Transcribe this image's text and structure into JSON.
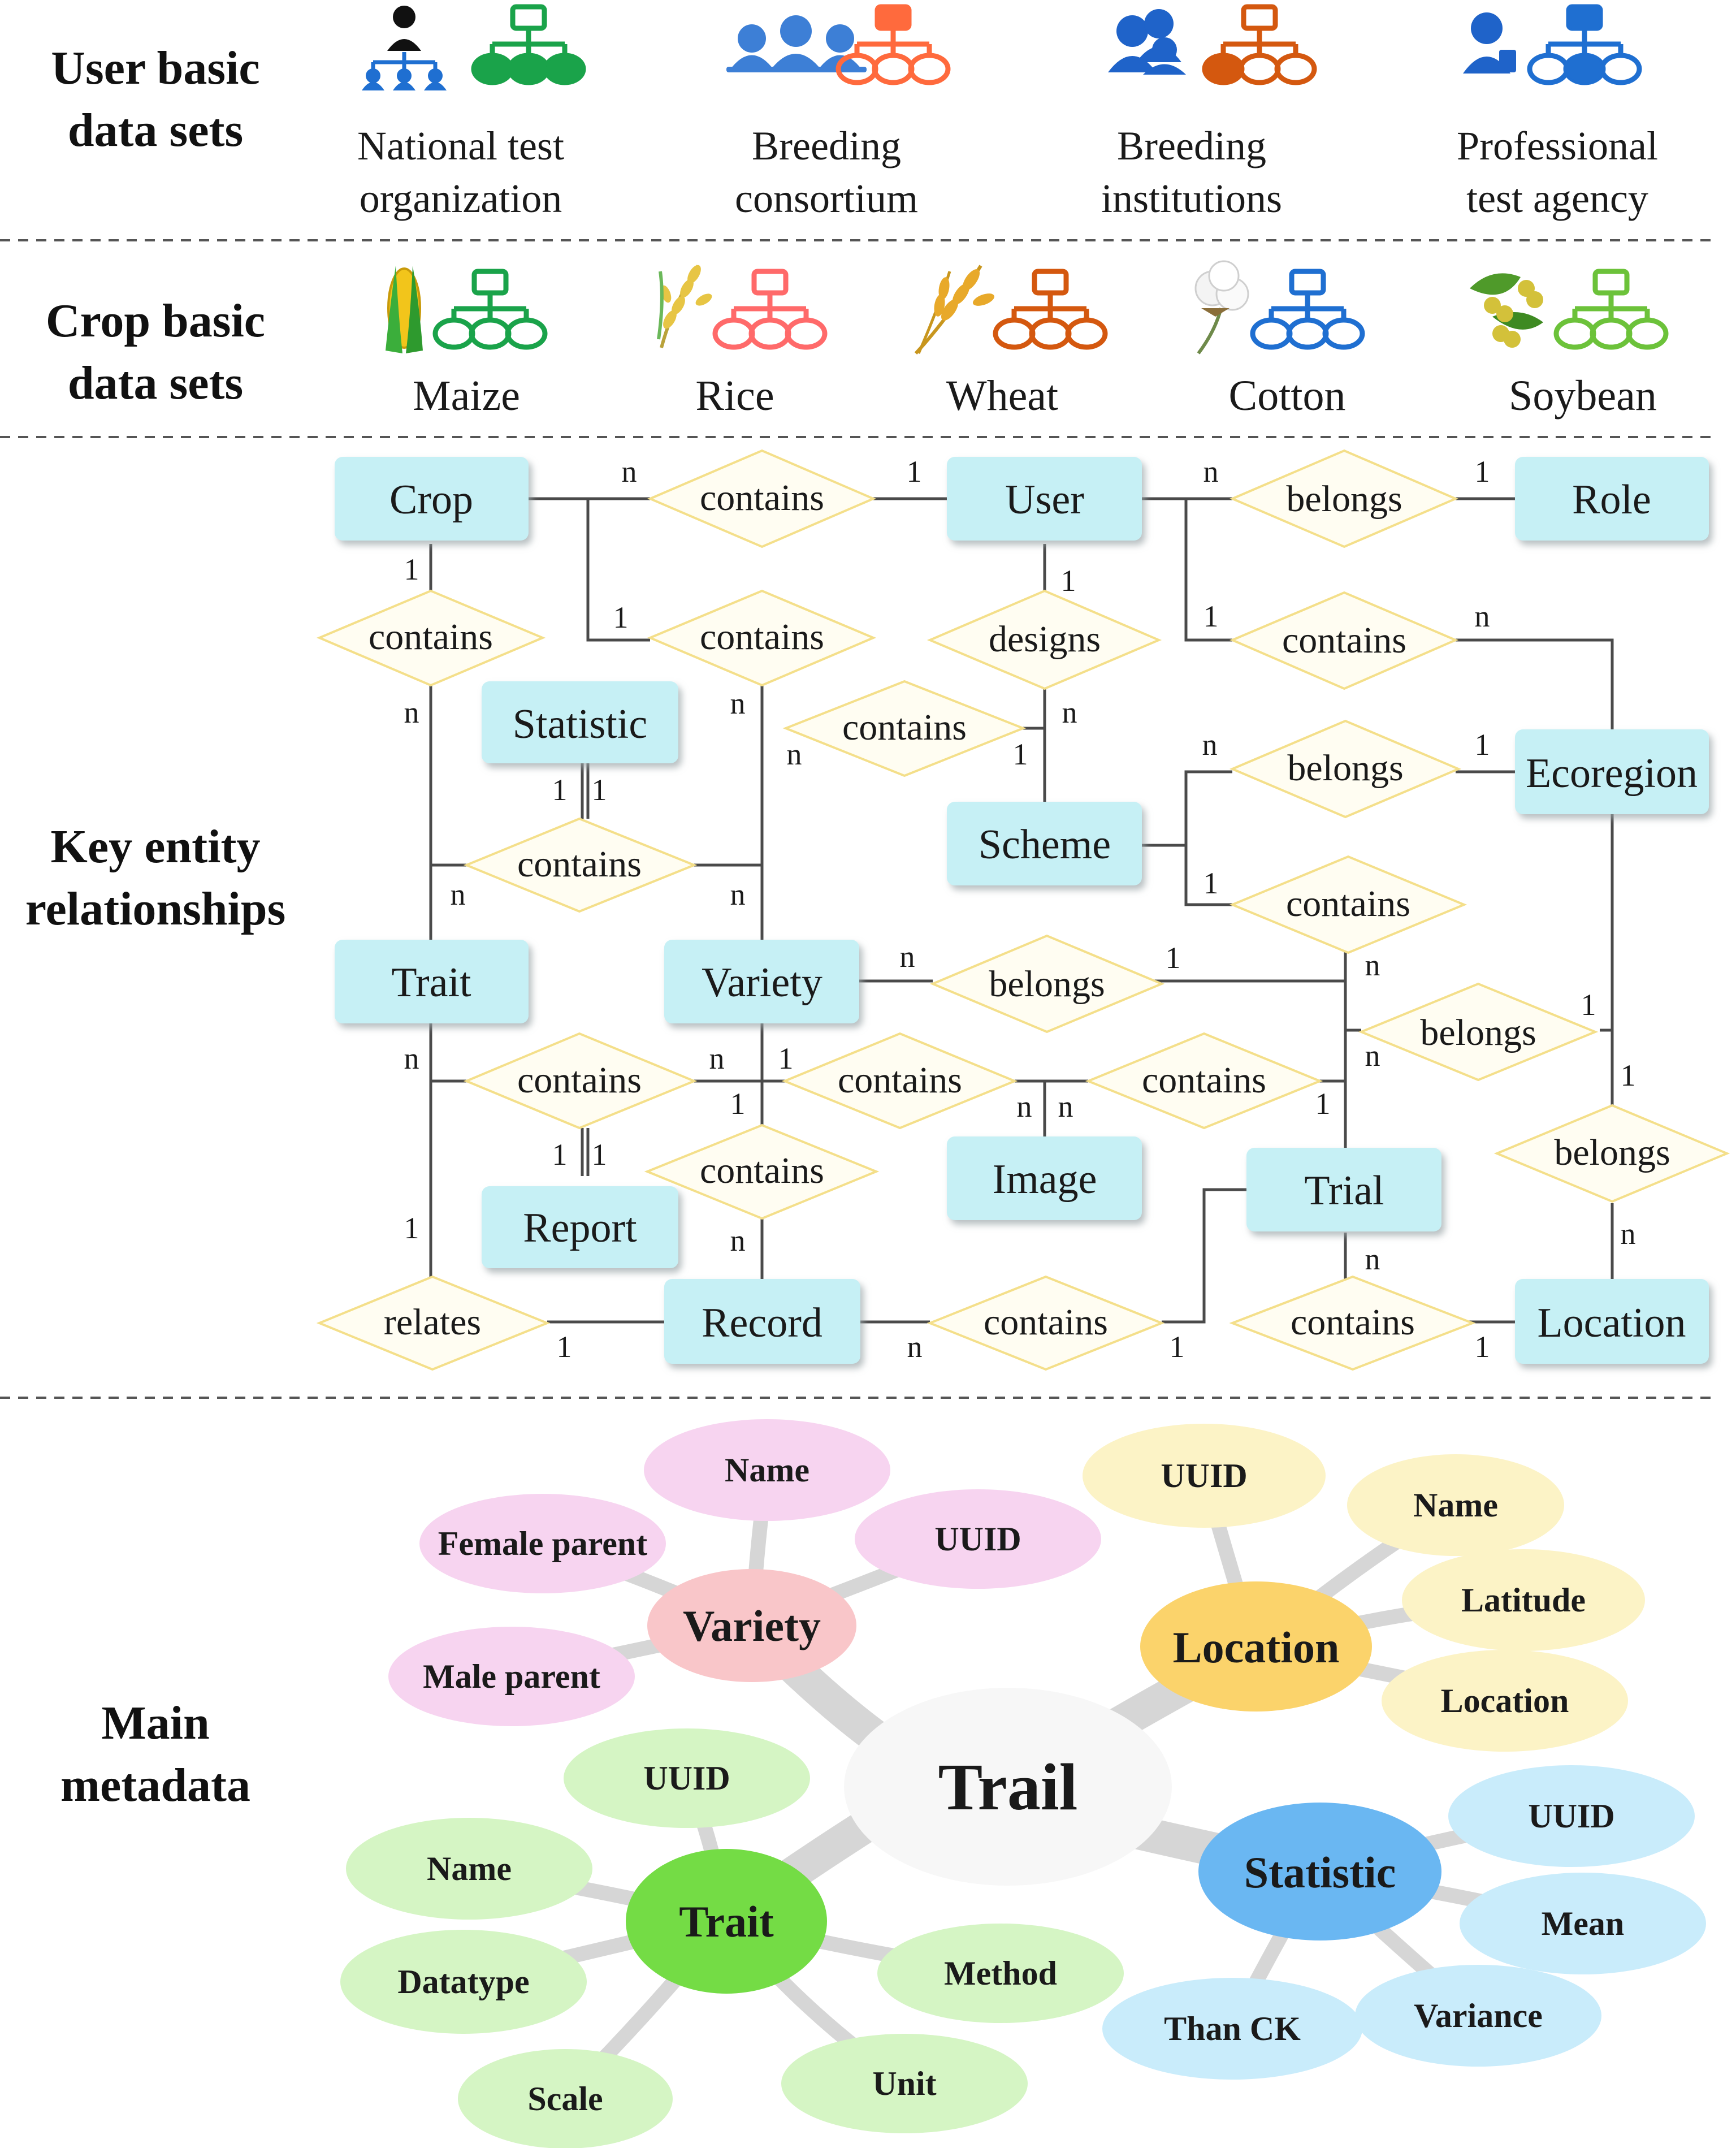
{
  "sections": {
    "user": [
      "User basic",
      "data sets"
    ],
    "crop": [
      "Crop basic",
      "data sets"
    ],
    "key": [
      "Key entity",
      "relationships"
    ],
    "meta": [
      "Main",
      "metadata"
    ]
  },
  "organizations": [
    {
      "lines": [
        "National test",
        "organization"
      ],
      "icon": "person-hierarchy-icon",
      "tree_color": "#1aa34a"
    },
    {
      "lines": [
        "Breeding",
        "consortium"
      ],
      "icon": "group-people-icon",
      "tree_color": "#ff6a3d"
    },
    {
      "lines": [
        "Breeding",
        "institutions"
      ],
      "icon": "people-pair-icon",
      "tree_color": "#d4580f"
    },
    {
      "lines": [
        "Professional",
        "test agency"
      ],
      "icon": "person-icon",
      "tree_color": "#1f6fd1"
    }
  ],
  "crops": [
    {
      "name": "Maize",
      "icon": "maize-icon",
      "tree_color": "#1aa34a"
    },
    {
      "name": "Rice",
      "icon": "rice-icon",
      "tree_color": "#ff6a6a"
    },
    {
      "name": "Wheat",
      "icon": "wheat-icon",
      "tree_color": "#d4580f"
    },
    {
      "name": "Cotton",
      "icon": "cotton-icon",
      "tree_color": "#1f6fd1"
    },
    {
      "name": "Soybean",
      "icon": "soybean-icon",
      "tree_color": "#6cc23a"
    }
  ],
  "entities": {
    "crop": "Crop",
    "user": "User",
    "role": "Role",
    "statistic": "Statistic",
    "scheme": "Scheme",
    "ecoregion": "Ecoregion",
    "trait": "Trait",
    "variety": "Variety",
    "image": "Image",
    "trial": "Trial",
    "report": "Report",
    "record": "Record",
    "location": "Location"
  },
  "relations": {
    "crop_user": "contains",
    "user_role": "belongs",
    "crop_trait": "contains",
    "crop_variety": "contains",
    "user_scheme": "designs",
    "user_ecoregion": "contains",
    "variety_scheme": "contains",
    "scheme_ecoregion": "belongs",
    "statistic_contains": "contains",
    "scheme_trial": "contains",
    "variety_trial": "belongs",
    "trial_ecoregion": "belongs",
    "trait_report": "contains",
    "variety_image": "contains",
    "image_trial": "contains",
    "ecoregion_location": "belongs",
    "variety_record": "contains",
    "trait_record": "relates",
    "record_trial": "contains",
    "trial_location": "contains"
  },
  "cardinalities": {
    "one": "1",
    "many": "n"
  },
  "metadata": {
    "center": "Trail",
    "groups": [
      {
        "hub": "Variety",
        "hub_color": "#f9c6c9",
        "leaf_color": "#f7d4f0",
        "fields": [
          "Name",
          "Female parent",
          "UUID",
          "Male parent"
        ]
      },
      {
        "hub": "Location",
        "hub_color": "#fbd36b",
        "leaf_color": "#fcf3c6",
        "fields": [
          "UUID",
          "Name",
          "Latitude",
          "Location"
        ]
      },
      {
        "hub": "Trait",
        "hub_color": "#74dc45",
        "leaf_color": "#d5f5c4",
        "fields": [
          "UUID",
          "Name",
          "Datatype",
          "Scale",
          "Unit",
          "Method"
        ]
      },
      {
        "hub": "Statistic",
        "hub_color": "#6ab7f2",
        "leaf_color": "#c9ecfb",
        "fields": [
          "UUID",
          "Mean",
          "Variance",
          "Than CK"
        ]
      }
    ]
  },
  "colors": {
    "entity_fill": "#c6f0f5",
    "diamond_fill": "#fffdf2",
    "diamond_stroke": "#f4df8a",
    "line": "#4a4a4a",
    "divider": "#555555"
  }
}
